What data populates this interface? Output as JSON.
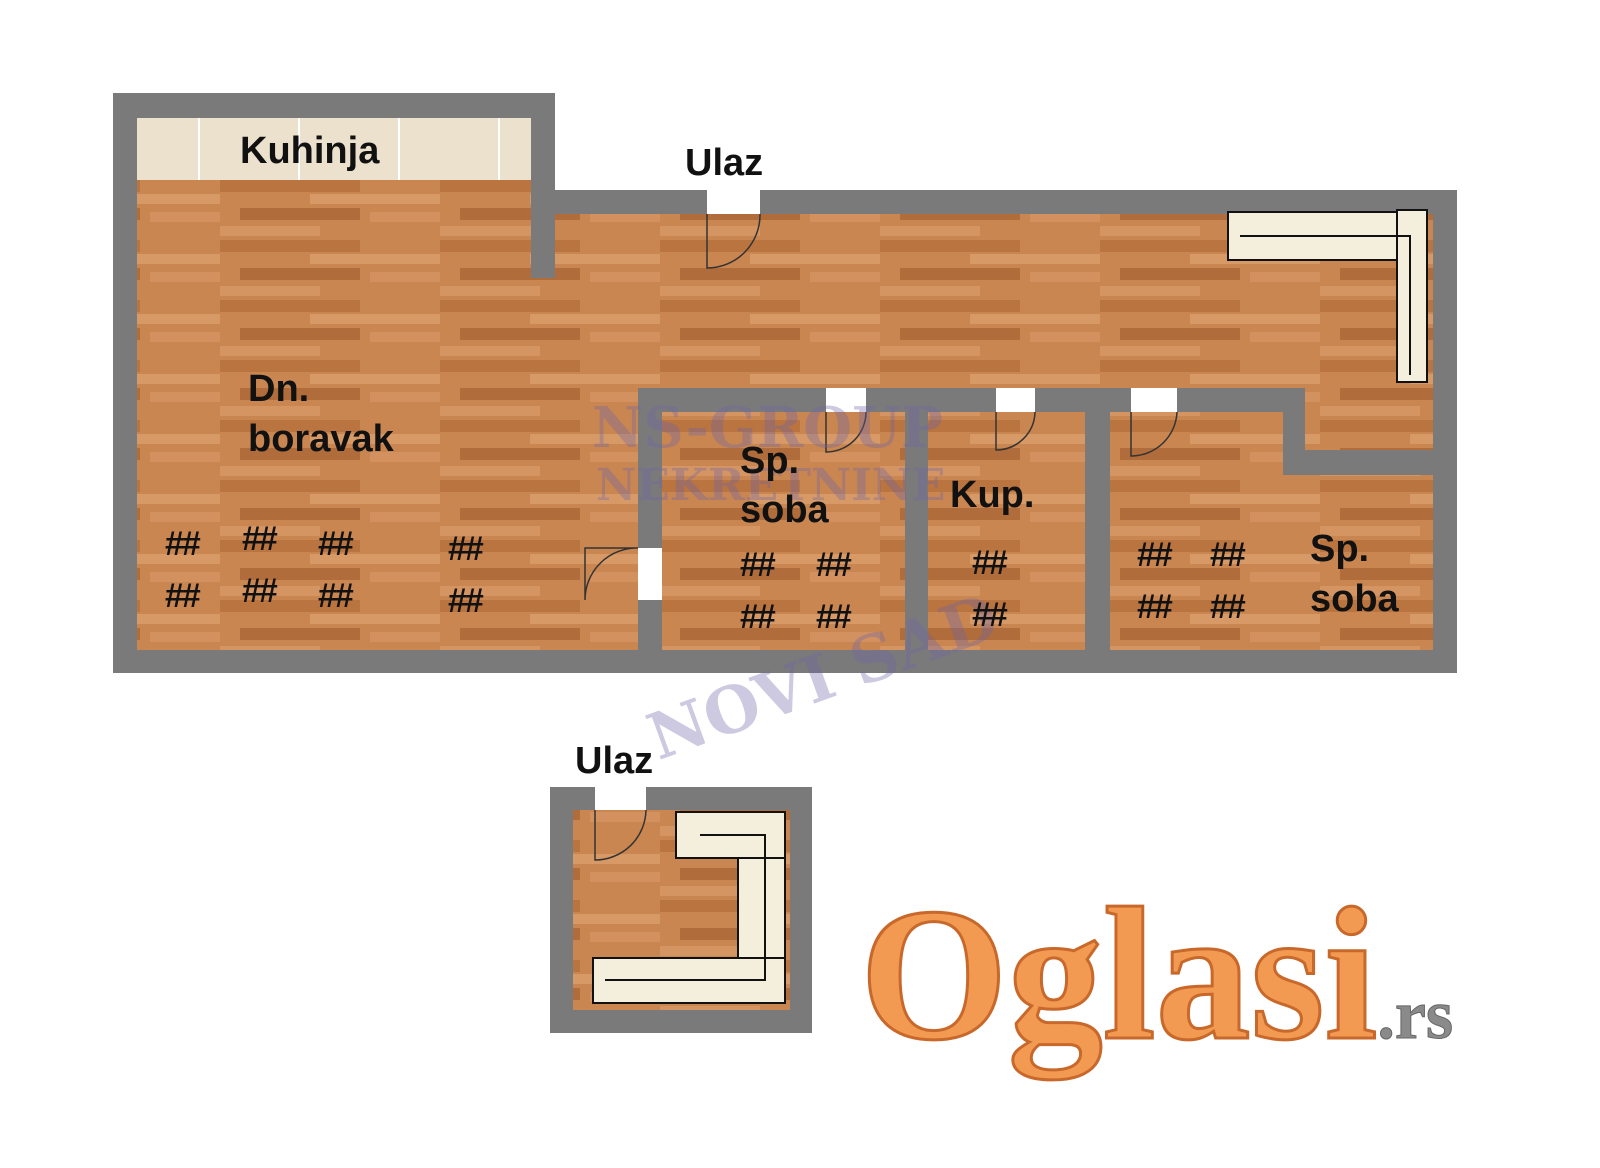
{
  "rooms": {
    "kitchen": "Kuhinja",
    "entrance_top": "Ulaz",
    "living_line1": "Dn.",
    "living_line2": "boravak",
    "bedroom1_line1": "Sp.",
    "bedroom1_line2": "soba",
    "bathroom": "Kup.",
    "bedroom2_line1": "Sp.",
    "bedroom2_line2": "soba",
    "entrance_bottom": "Ulaz"
  },
  "dimension_placeholder": "##",
  "watermark": {
    "line1": "NS-GROUP",
    "line2": "NEKRETNINE",
    "line3": "NOVI SAD"
  },
  "logo": {
    "main": "Oglasi",
    "tld": ".rs"
  },
  "colors": {
    "wall": "#7a7a7a",
    "wood": "#c47f4e",
    "tile": "#eee3cf",
    "logo": "#f39a52"
  }
}
